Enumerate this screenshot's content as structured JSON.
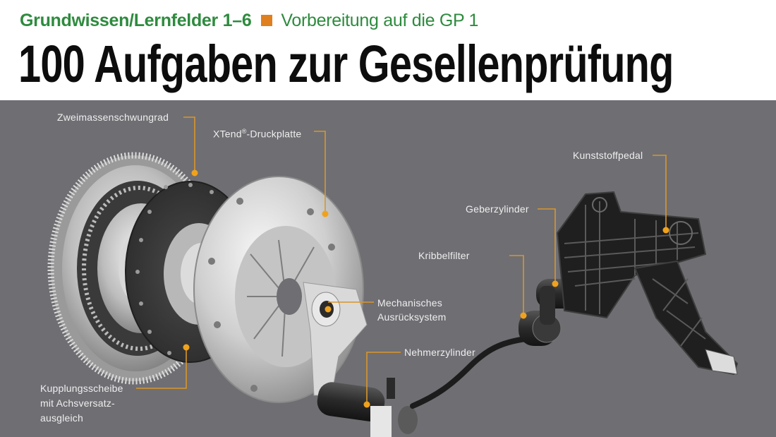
{
  "header": {
    "category": "Grundwissen/Lernfelder 1–6",
    "subtitle": "Vorbereitung auf die GP 1",
    "title": "100 Aufgaben zur Gesellenprüfung"
  },
  "colors": {
    "category_green": "#2e8b3e",
    "separator_orange": "#e07f1e",
    "title_black": "#0d0d0d",
    "figure_background": "#6f6e73",
    "callout_line": "#d9962a",
    "callout_dot": "#f0a21c",
    "label_text": "#eeeeee"
  },
  "figure": {
    "description": "Kupplungssystem (exploded view)",
    "callouts": [
      {
        "id": "zweimassenschwungrad",
        "label": "Zweimassenschwungrad"
      },
      {
        "id": "xtend-druckplatte",
        "label_main": "XTend",
        "label_reg": "®",
        "label_rest": "-Druckplatte"
      },
      {
        "id": "kunststoffpedal",
        "label": "Kunststoffpedal"
      },
      {
        "id": "geberzylinder",
        "label": "Geberzylinder"
      },
      {
        "id": "kribbelfilter",
        "label": "Kribbelfilter"
      },
      {
        "id": "mechanisches-ausruecksystem",
        "line1": "Mechanisches",
        "line2": "Ausrücksystem"
      },
      {
        "id": "nehmerzylinder",
        "label": "Nehmerzylinder"
      },
      {
        "id": "kupplungsscheibe",
        "line1": "Kupplungsscheibe",
        "line2": "mit Achsversatz-",
        "line3": "ausgleich"
      }
    ]
  }
}
